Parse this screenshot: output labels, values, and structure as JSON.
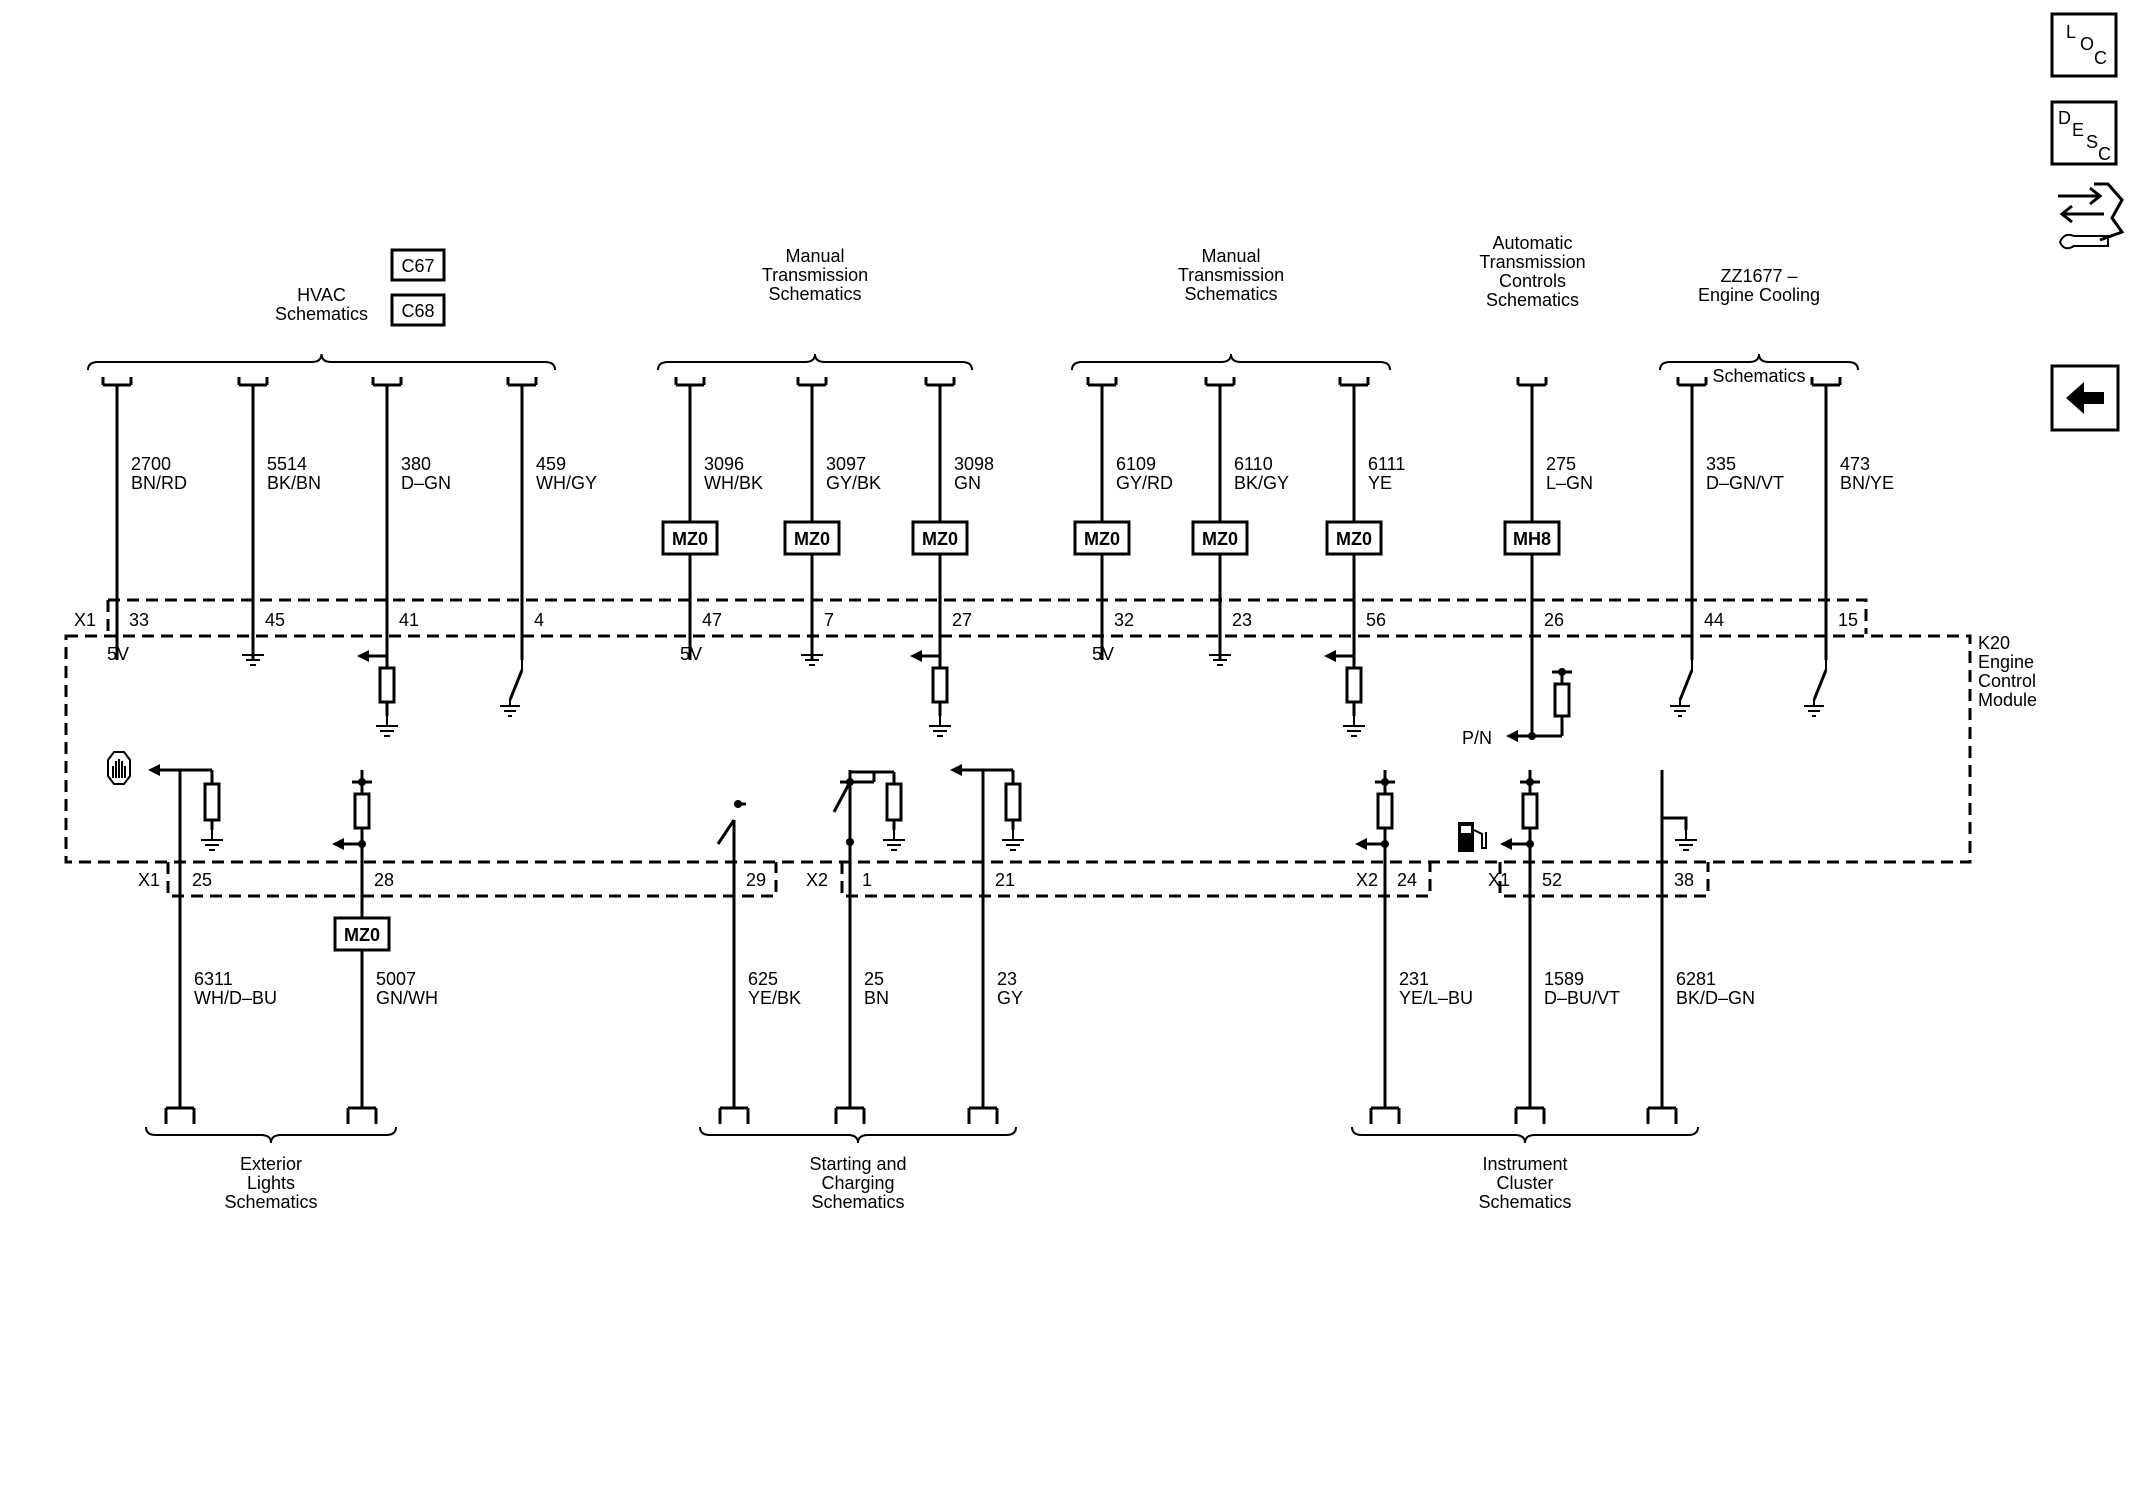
{
  "module": {
    "ref": "K20",
    "name_lines": [
      "Engine",
      "Control",
      "Module"
    ]
  },
  "nav_buttons": {
    "loc": [
      "L",
      "O",
      "C"
    ],
    "desc": [
      "D",
      "E",
      "S",
      "C"
    ],
    "back_icon": "arrow-left-icon",
    "repair_icon": "repair-tools-icon"
  },
  "connector_refs": [
    "C67",
    "C68"
  ],
  "top_groups": [
    {
      "id": "hvac",
      "lines": [
        "HVAC",
        "Schematics"
      ]
    },
    {
      "id": "mtx1",
      "lines": [
        "Manual",
        "Transmission",
        "Schematics"
      ]
    },
    {
      "id": "mtx2",
      "lines": [
        "Manual",
        "Transmission",
        "Schematics"
      ]
    },
    {
      "id": "atx",
      "lines": [
        "Automatic",
        "Transmission",
        "Controls",
        "Schematics"
      ]
    },
    {
      "id": "cool",
      "lines": [
        "ZZ1677 –",
        "Engine Cooling",
        "Schematics"
      ]
    }
  ],
  "top_wires": [
    {
      "circuit": "2700",
      "color": "BN/RD",
      "pin": "33",
      "option": "",
      "internal": "5V"
    },
    {
      "circuit": "5514",
      "color": "BK/BN",
      "pin": "45",
      "option": "",
      "internal": ""
    },
    {
      "circuit": "380",
      "color": "D–GN",
      "pin": "41",
      "option": "",
      "internal": ""
    },
    {
      "circuit": "459",
      "color": "WH/GY",
      "pin": "4",
      "option": "",
      "internal": ""
    },
    {
      "circuit": "3096",
      "color": "WH/BK",
      "pin": "47",
      "option": "MZ0",
      "internal": "5V"
    },
    {
      "circuit": "3097",
      "color": "GY/BK",
      "pin": "7",
      "option": "MZ0",
      "internal": ""
    },
    {
      "circuit": "3098",
      "color": "GN",
      "pin": "27",
      "option": "MZ0",
      "internal": ""
    },
    {
      "circuit": "6109",
      "color": "GY/RD",
      "pin": "32",
      "option": "MZ0",
      "internal": "5V"
    },
    {
      "circuit": "6110",
      "color": "BK/GY",
      "pin": "23",
      "option": "MZ0",
      "internal": ""
    },
    {
      "circuit": "6111",
      "color": "YE",
      "pin": "56",
      "option": "MZ0",
      "internal": ""
    },
    {
      "circuit": "275",
      "color": "L–GN",
      "pin": "26",
      "option": "MH8",
      "internal": "P/N"
    },
    {
      "circuit": "335",
      "color": "D–GN/VT",
      "pin": "44",
      "option": "",
      "internal": ""
    },
    {
      "circuit": "473",
      "color": "BN/YE",
      "pin": "15",
      "option": "",
      "internal": ""
    }
  ],
  "top_connector": "X1",
  "bottom_connectors": [
    "X1",
    "X2",
    "X2",
    "X1"
  ],
  "bottom_wires": [
    {
      "circuit": "6311",
      "color": "WH/D–BU",
      "pin": "25",
      "option": ""
    },
    {
      "circuit": "5007",
      "color": "GN/WH",
      "pin": "28",
      "option": "MZ0"
    },
    {
      "circuit": "625",
      "color": "YE/BK",
      "pin": "29",
      "option": ""
    },
    {
      "circuit": "25",
      "color": "BN",
      "pin": "1",
      "option": ""
    },
    {
      "circuit": "23",
      "color": "GY",
      "pin": "21",
      "option": ""
    },
    {
      "circuit": "231",
      "color": "YE/L–BU",
      "pin": "24",
      "option": ""
    },
    {
      "circuit": "1589",
      "color": "D–BU/VT",
      "pin": "52",
      "option": ""
    },
    {
      "circuit": "6281",
      "color": "BK/D–GN",
      "pin": "38",
      "option": ""
    }
  ],
  "bottom_groups": [
    {
      "id": "ext",
      "lines": [
        "Exterior",
        "Lights",
        "Schematics"
      ]
    },
    {
      "id": "start",
      "lines": [
        "Starting and",
        "Charging",
        "Schematics"
      ]
    },
    {
      "id": "ipc",
      "lines": [
        "Instrument",
        "Cluster",
        "Schematics"
      ]
    }
  ]
}
